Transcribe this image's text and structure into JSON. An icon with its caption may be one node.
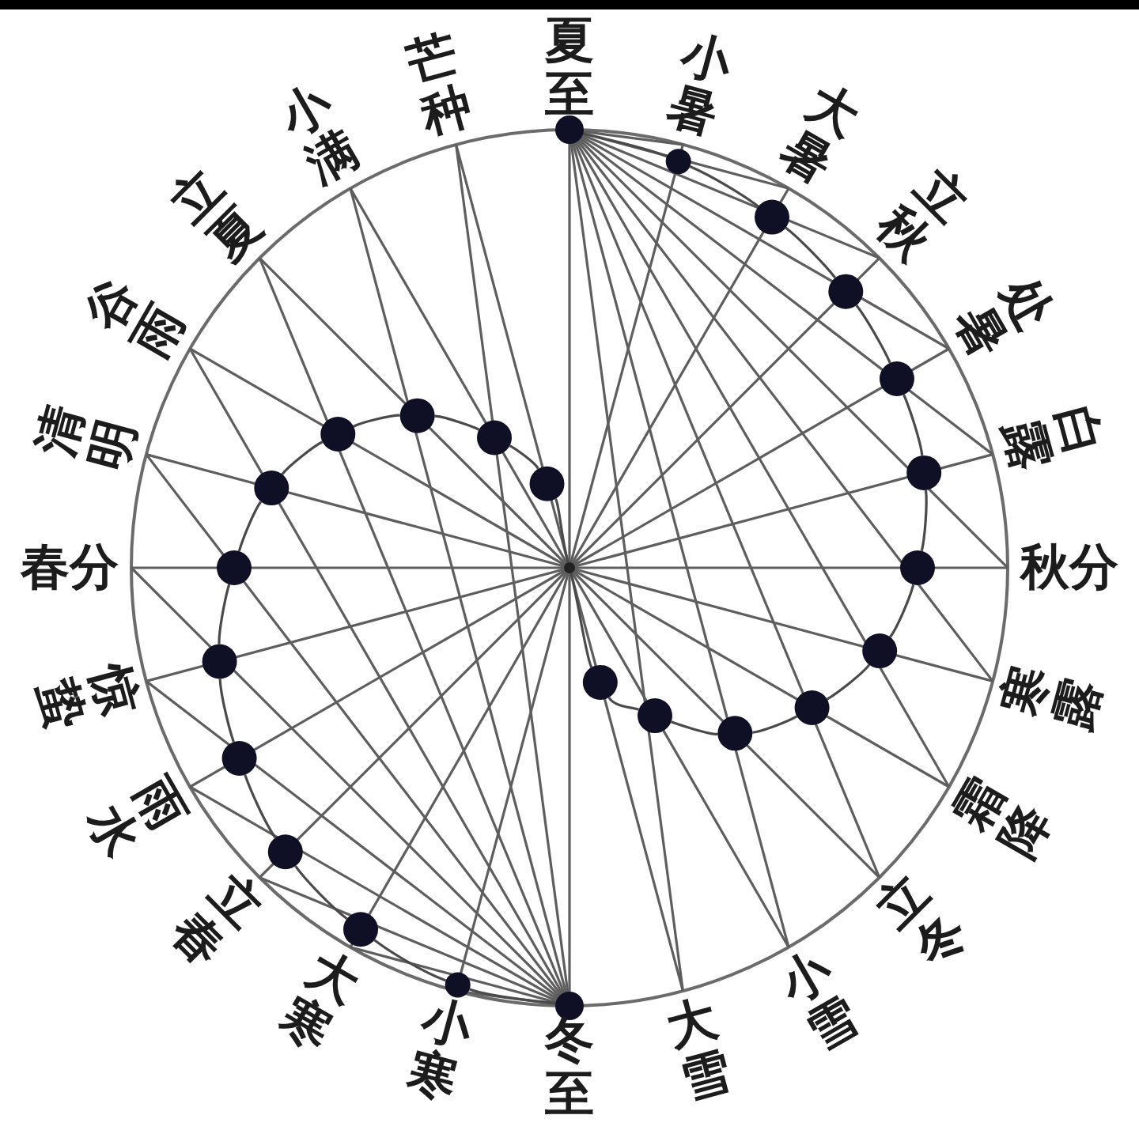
{
  "diagram": {
    "nodes": [
      {
        "text": [],
        "shape": "circle"
      },
      {
        "text": [],
        "shape": "circle"
      },
      {
        "text": [],
        "shape": "circle"
      },
      {
        "text": [],
        "shape": "circle"
      },
      {
        "text": [],
        "shape": "circle"
      },
      {
        "text": [],
        "shape": "circle"
      },
      {
        "text": [],
        "shape": "circle"
      },
      {
        "text": [],
        "shape": "circle"
      },
      {
        "text": [],
        "shape": "circle"
      },
      {
        "text": [],
        "shape": "circle"
      },
      {
        "text": [],
        "shape": "circle"
      },
      {
        "text": [],
        "shape": "circle"
      },
      {
        "text": [],
        "shape": "circle"
      },
      {
        "text": [],
        "shape": "circle"
      },
      {
        "text": [],
        "shape": "circle"
      },
      {
        "text": [],
        "shape": "circle"
      },
      {
        "text": [],
        "shape": "circle"
      },
      {
        "text": [],
        "shape": "circle"
      },
      {
        "text": [],
        "shape": "circle"
      },
      {
        "text": [],
        "shape": "circle"
      },
      {
        "text": [],
        "shape": "circle"
      },
      {
        "text": [],
        "shape": "circle"
      },
      {
        "text": [],
        "shape": "circle"
      },
      {
        "text": [],
        "shape": "circle"
      },
      {
        "text": [],
        "shape": "circle"
      }
    ],
    "edges": [
      {
        "from": 0,
        "to": 1,
        "arrow": "none"
      },
      {
        "from": 1,
        "to": 2,
        "arrow": "none"
      },
      {
        "from": 2,
        "to": 3,
        "arrow": "none"
      },
      {
        "from": 3,
        "to": 4,
        "arrow": "none"
      },
      {
        "from": 4,
        "to": 5,
        "arrow": "none"
      },
      {
        "from": 5,
        "to": 6,
        "arrow": "none"
      },
      {
        "from": 6,
        "to": 7,
        "arrow": "none"
      },
      {
        "from": 7,
        "to": 8,
        "arrow": "none"
      },
      {
        "from": 8,
        "to": 9,
        "arrow": "none"
      },
      {
        "from": 9,
        "to": 10,
        "arrow": "none"
      },
      {
        "from": 10,
        "to": 11,
        "arrow": "none"
      },
      {
        "from": 11,
        "to": 12,
        "arrow": "none"
      },
      {
        "from": 12,
        "to": 13,
        "arrow": "none"
      },
      {
        "from": 13,
        "to": 14,
        "arrow": "none"
      },
      {
        "from": 14,
        "to": 15,
        "arrow": "none"
      },
      {
        "from": 15,
        "to": 16,
        "arrow": "none"
      },
      {
        "from": 16,
        "to": 17,
        "arrow": "none"
      },
      {
        "from": 17,
        "to": 18,
        "arrow": "none"
      },
      {
        "from": 18,
        "to": 19,
        "arrow": "none"
      },
      {
        "from": 19,
        "to": 20,
        "arrow": "none"
      },
      {
        "from": 20,
        "to": 21,
        "arrow": "none"
      },
      {
        "from": 21,
        "to": 22,
        "arrow": "none"
      },
      {
        "from": 22,
        "to": 23,
        "arrow": "none"
      },
      {
        "from": 23,
        "to": 24,
        "arrow": "none"
      }
    ],
    "labels": [
      "夏至",
      "小暑",
      "大暑",
      "立秋",
      "处暑",
      "白露",
      "秋分",
      "寒露",
      "霜降",
      "立冬",
      "小雪",
      "大雪",
      "冬至",
      "小寒",
      "大寒",
      "立春",
      "雨水",
      "惊蛰",
      "春分",
      "清明",
      "谷雨",
      "立夏",
      "小满",
      "芒种"
    ]
  }
}
